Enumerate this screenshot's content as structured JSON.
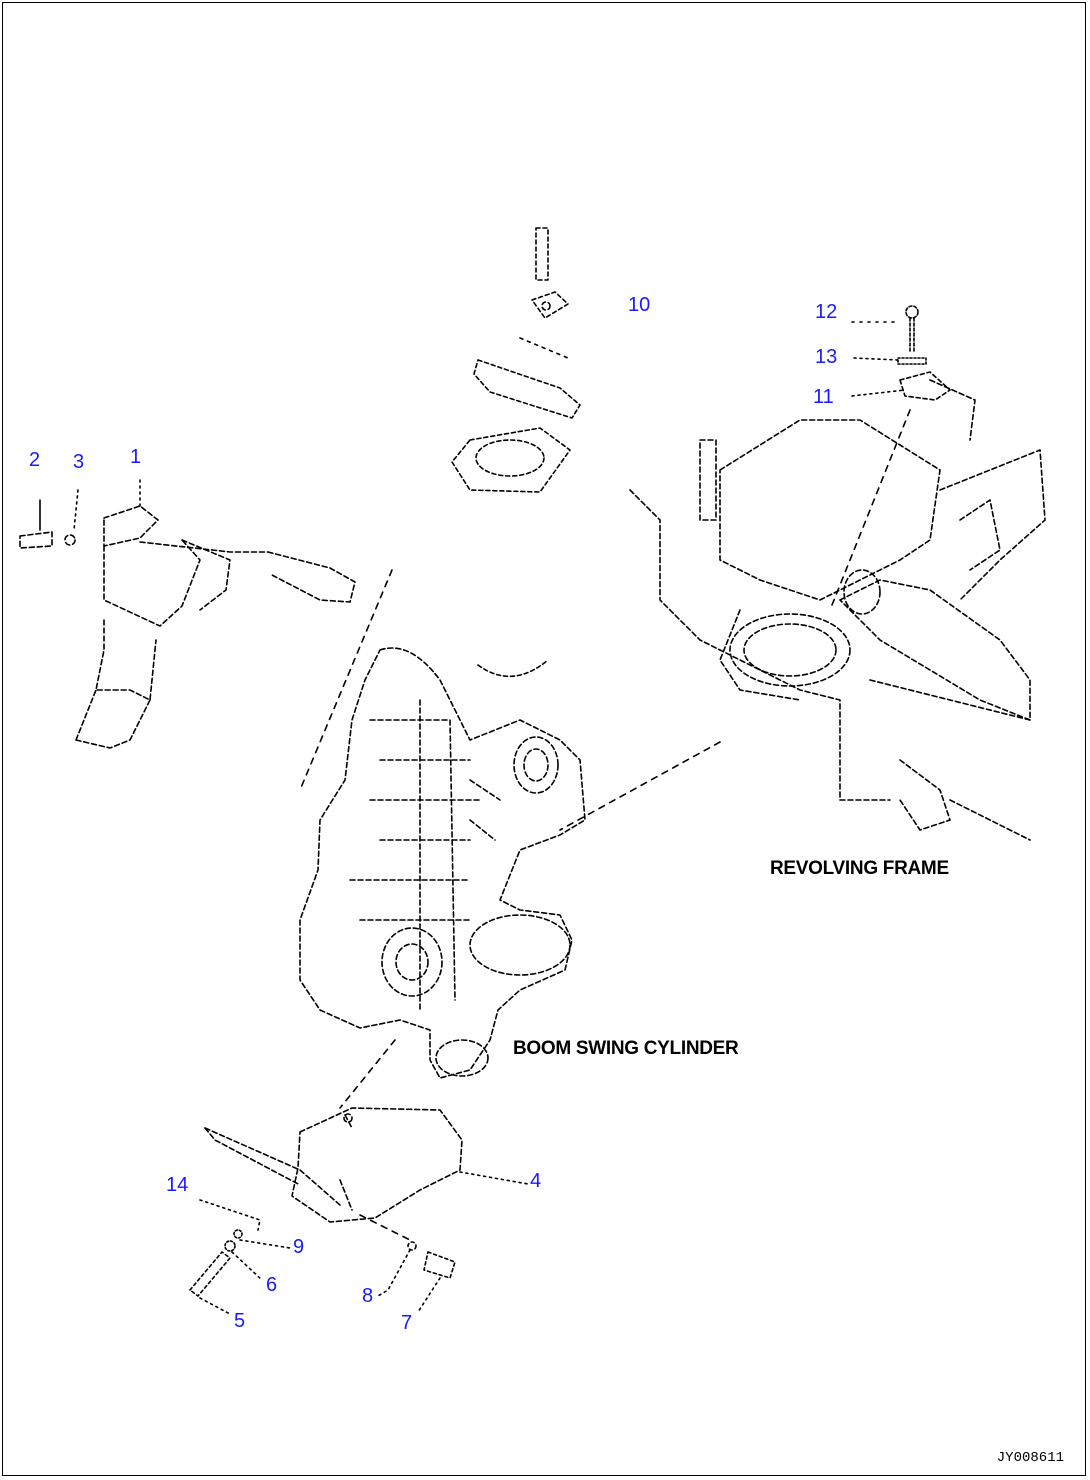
{
  "callouts": {
    "c1": "1",
    "c2": "2",
    "c3": "3",
    "c4": "4",
    "c5": "5",
    "c6": "6",
    "c7": "7",
    "c8": "8",
    "c9": "9",
    "c10": "10",
    "c11": "11",
    "c12": "12",
    "c13": "13",
    "c14": "14"
  },
  "labels": {
    "revolving_frame": "REVOLVING FRAME",
    "boom_swing_cylinder": "BOOM SWING CYLINDER"
  },
  "drawing_code": "JY008611",
  "colors": {
    "callout": "#1a1aff",
    "line": "#000000"
  }
}
